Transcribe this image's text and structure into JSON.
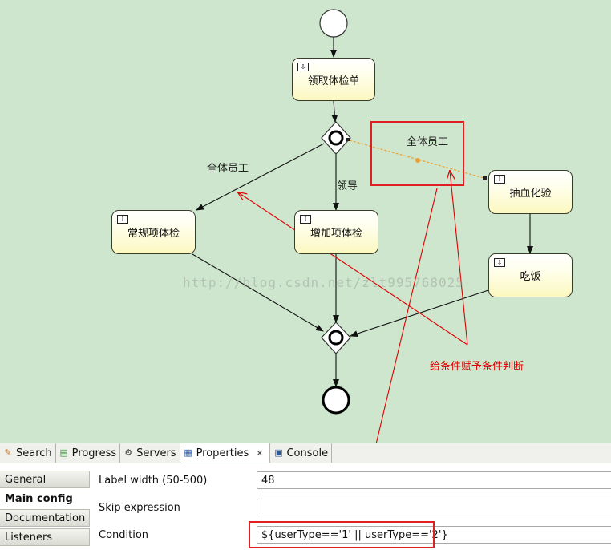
{
  "diagram": {
    "tasks": {
      "receive_form": "领取体检单",
      "regular_check": "常规项体检",
      "extra_check": "增加项体检",
      "blood_test": "抽血化验",
      "eat": "吃饭"
    },
    "flow_labels": {
      "all_staff_left": "全体员工",
      "leader": "领导",
      "all_staff_selected": "全体员工"
    },
    "annotation": "给条件赋予条件判断",
    "watermark": "http://blog.csdn.net/zlt995768025"
  },
  "tabs": [
    {
      "label": "Search",
      "icon": "search-icon"
    },
    {
      "label": "Progress",
      "icon": "progress-icon"
    },
    {
      "label": "Servers",
      "icon": "servers-icon"
    },
    {
      "label": "Properties",
      "icon": "properties-icon"
    },
    {
      "label": "Console",
      "icon": "console-icon"
    }
  ],
  "side_tabs": [
    "General",
    "Main config",
    "Documentation",
    "Listeners"
  ],
  "fields": {
    "label_width": {
      "label": "Label width (50-500)",
      "value": "48"
    },
    "skip_expression": {
      "label": "Skip expression",
      "value": ""
    },
    "condition": {
      "label": "Condition",
      "value": "${userType=='1' || userType=='2'}"
    }
  },
  "colors": {
    "canvas": "#cde6cd",
    "task_fill": "#fbf8c0",
    "annotation": "#e00000",
    "selected_flow": "#f0a030"
  }
}
